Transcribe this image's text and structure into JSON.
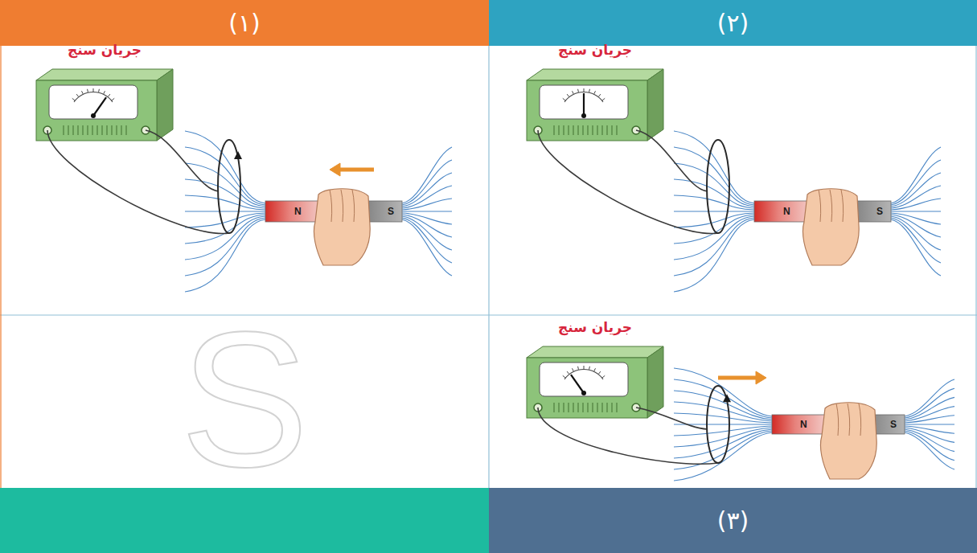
{
  "diagram": {
    "nodes": [
      {
        "text": [
          "(۱)"
        ]
      },
      {
        "text": [
          "(۲)"
        ]
      },
      {
        "text": [
          "جریان سنج"
        ]
      },
      {
        "text": [
          "N",
          "S"
        ]
      },
      {
        "text": [
          "جریان سنج"
        ]
      },
      {
        "text": [
          "N",
          "S"
        ]
      },
      {
        "text": [
          "جریان سنج"
        ]
      },
      {
        "text": [
          "N",
          "S"
        ]
      },
      {
        "text": [
          "(۳)"
        ]
      }
    ],
    "labels": [
      "S"
    ]
  }
}
